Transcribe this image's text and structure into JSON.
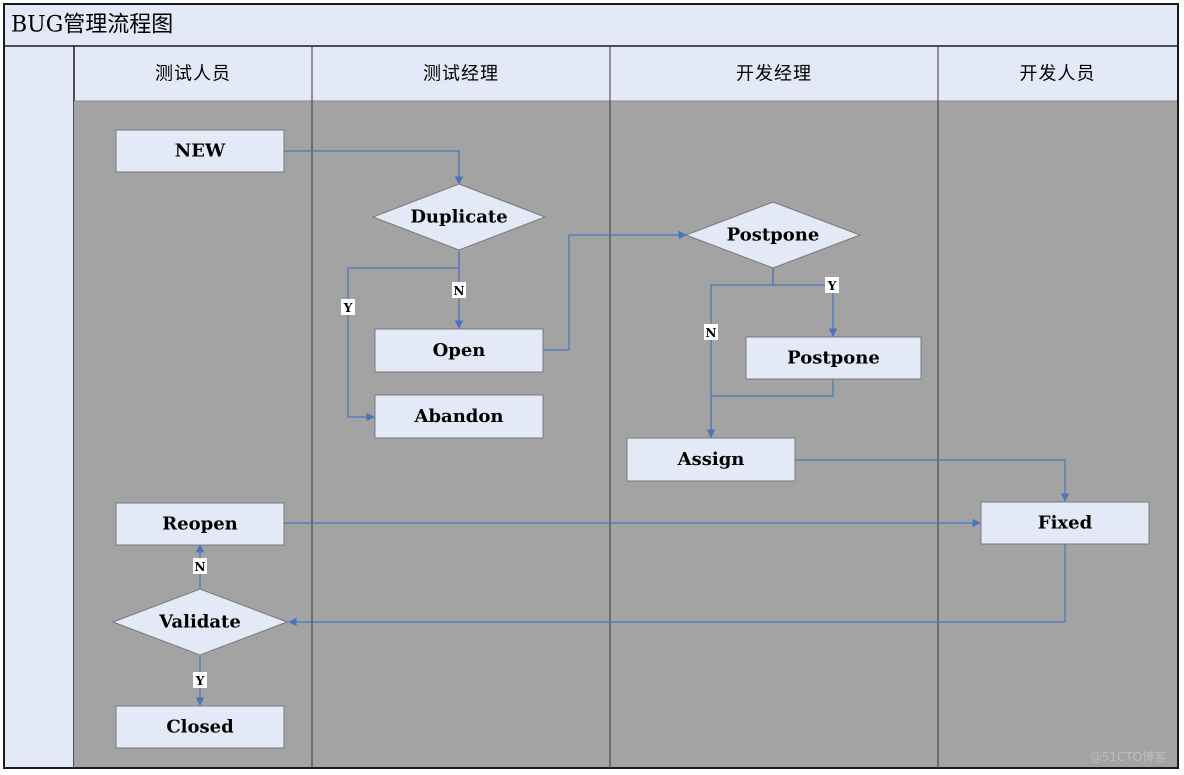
{
  "title": "BUG管理流程图",
  "colors": {
    "frame": "#1a1a1a",
    "header_fill": "#e3e9f6",
    "lane_fill": "#a3a3a3",
    "node_fill": "#e3e9f6",
    "node_stroke": "#7a7a7a",
    "edge": "#4a74bd"
  },
  "lanes": [
    {
      "id": "tester",
      "label": "测试人员"
    },
    {
      "id": "test-manager",
      "label": "测试经理"
    },
    {
      "id": "dev-manager",
      "label": "开发经理"
    },
    {
      "id": "developer",
      "label": "开发人员"
    }
  ],
  "nodes": [
    {
      "id": "new",
      "label": "NEW",
      "shape": "rect",
      "lane": "tester"
    },
    {
      "id": "duplicate",
      "label": "Duplicate",
      "shape": "diamond",
      "lane": "test-manager"
    },
    {
      "id": "open",
      "label": "Open",
      "shape": "rect",
      "lane": "test-manager"
    },
    {
      "id": "abandon",
      "label": "Abandon",
      "shape": "rect",
      "lane": "test-manager"
    },
    {
      "id": "postpone-decision",
      "label": "Postpone",
      "shape": "diamond",
      "lane": "dev-manager"
    },
    {
      "id": "postpone",
      "label": "Postpone",
      "shape": "rect",
      "lane": "dev-manager"
    },
    {
      "id": "assign",
      "label": "Assign",
      "shape": "rect",
      "lane": "dev-manager"
    },
    {
      "id": "fixed",
      "label": "Fixed",
      "shape": "rect",
      "lane": "developer"
    },
    {
      "id": "reopen",
      "label": "Reopen",
      "shape": "rect",
      "lane": "tester"
    },
    {
      "id": "validate",
      "label": "Validate",
      "shape": "diamond",
      "lane": "tester"
    },
    {
      "id": "closed",
      "label": "Closed",
      "shape": "rect",
      "lane": "tester"
    }
  ],
  "edges": [
    {
      "from": "new",
      "to": "duplicate",
      "label": ""
    },
    {
      "from": "duplicate",
      "to": "open",
      "label": "N"
    },
    {
      "from": "duplicate",
      "to": "abandon",
      "label": "Y"
    },
    {
      "from": "open",
      "to": "postpone-decision",
      "label": ""
    },
    {
      "from": "postpone-decision",
      "to": "postpone",
      "label": "Y"
    },
    {
      "from": "postpone-decision",
      "to": "assign",
      "label": "N"
    },
    {
      "from": "postpone",
      "to": "assign",
      "label": ""
    },
    {
      "from": "assign",
      "to": "fixed",
      "label": ""
    },
    {
      "from": "reopen",
      "to": "fixed",
      "label": ""
    },
    {
      "from": "fixed",
      "to": "validate",
      "label": ""
    },
    {
      "from": "validate",
      "to": "reopen",
      "label": "N"
    },
    {
      "from": "validate",
      "to": "closed",
      "label": "Y"
    }
  ],
  "watermark": "@51CTO博客"
}
